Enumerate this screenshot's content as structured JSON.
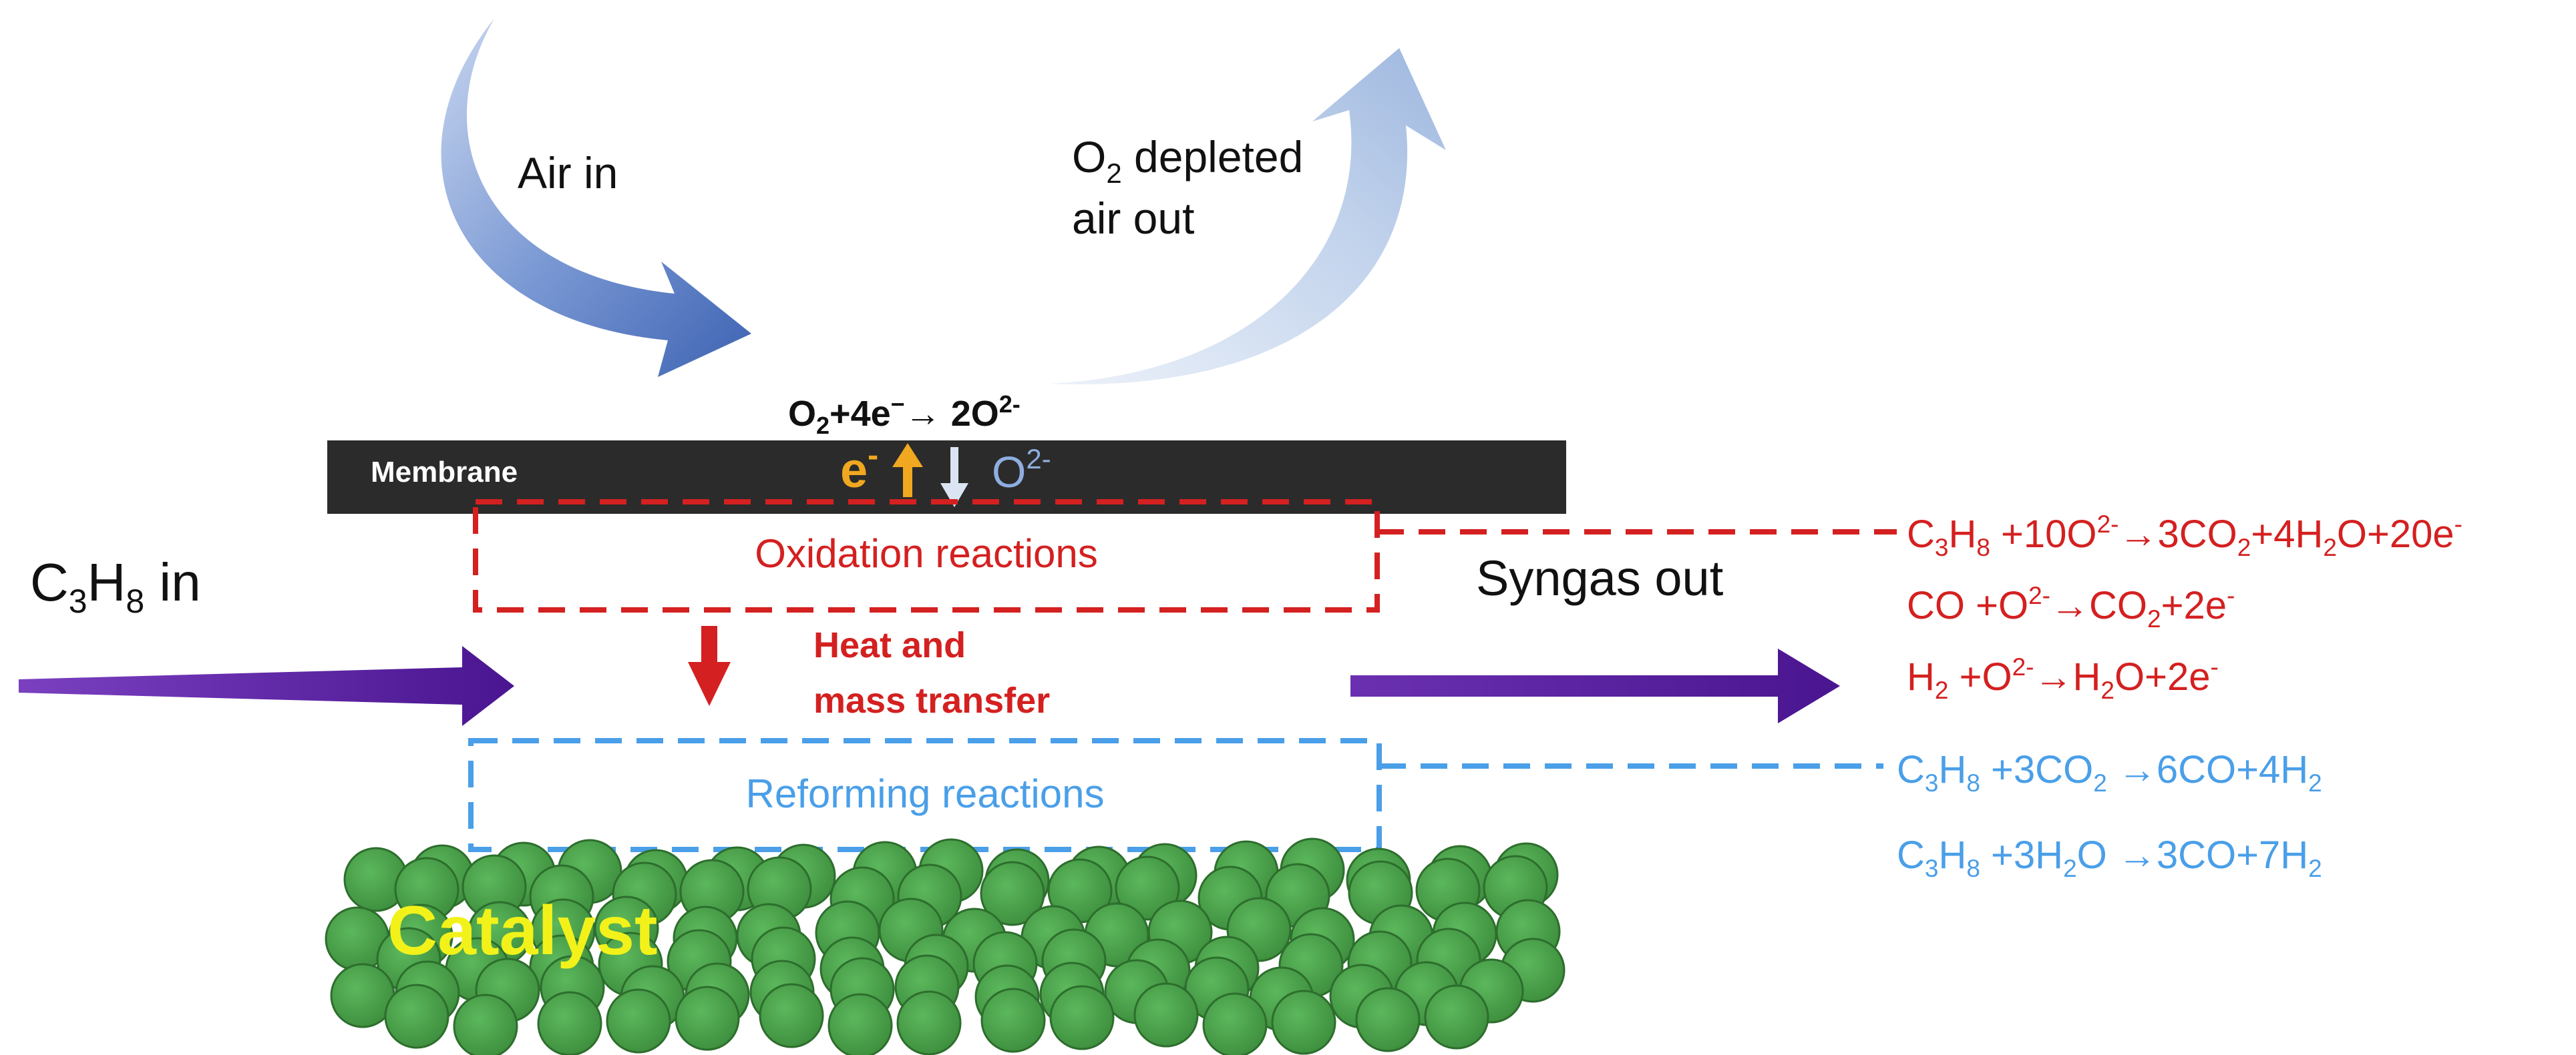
{
  "arrows": {
    "air_in_label": "Air in",
    "depleted_line1_main": "O",
    "depleted_line1_sub": "2",
    "depleted_line1_rest": " depleted",
    "depleted_line2": "air out"
  },
  "membrane": {
    "label": "Membrane",
    "reaction": {
      "a": "O",
      "a_sub": "2",
      "b": "+4e",
      "b_sup": "−",
      "c": "→ 2O",
      "c_sup": "2-"
    },
    "electron": {
      "main": "e",
      "sup": "-"
    },
    "oxide": {
      "main": "O",
      "sup": "2-"
    }
  },
  "zones": {
    "oxidation_label": "Oxidation reactions",
    "heat_line1": "Heat and",
    "heat_line2": "mass transfer",
    "reforming_label": "Reforming reactions"
  },
  "flows": {
    "inlet": {
      "a": "C",
      "a_sub": "3",
      "b": "H",
      "b_sub": "8",
      "c": " in"
    },
    "outlet": "Syngas out"
  },
  "catalyst_label": "Catalyst",
  "oxidation_equations": [
    [
      {
        "t": "C"
      },
      {
        "t": "3",
        "k": "sub"
      },
      {
        "t": "H"
      },
      {
        "t": "8",
        "k": "sub"
      },
      {
        "t": " +10O"
      },
      {
        "t": "2-",
        "k": "sup"
      },
      {
        "t": "→3CO"
      },
      {
        "t": "2",
        "k": "sub"
      },
      {
        "t": "+4H"
      },
      {
        "t": "2",
        "k": "sub"
      },
      {
        "t": "O+20e"
      },
      {
        "t": "-",
        "k": "sup"
      }
    ],
    [
      {
        "t": "CO +O"
      },
      {
        "t": "2-",
        "k": "sup"
      },
      {
        "t": "→CO"
      },
      {
        "t": "2",
        "k": "sub"
      },
      {
        "t": "+2e"
      },
      {
        "t": "-",
        "k": "sup"
      }
    ],
    [
      {
        "t": "H"
      },
      {
        "t": "2",
        "k": "sub"
      },
      {
        "t": " +O"
      },
      {
        "t": "2-",
        "k": "sup"
      },
      {
        "t": "→H"
      },
      {
        "t": "2",
        "k": "sub"
      },
      {
        "t": "O+2e"
      },
      {
        "t": "-",
        "k": "sup"
      }
    ]
  ],
  "reforming_equations": [
    [
      {
        "t": "C"
      },
      {
        "t": "3",
        "k": "sub"
      },
      {
        "t": "H"
      },
      {
        "t": "8",
        "k": "sub"
      },
      {
        "t": " +3CO"
      },
      {
        "t": "2",
        "k": "sub"
      },
      {
        "t": " →6CO+4H"
      },
      {
        "t": "2",
        "k": "sub"
      }
    ],
    [
      {
        "t": "C"
      },
      {
        "t": "3",
        "k": "sub"
      },
      {
        "t": "H"
      },
      {
        "t": "8",
        "k": "sub"
      },
      {
        "t": " +3H"
      },
      {
        "t": "2",
        "k": "sub"
      },
      {
        "t": "O →3CO+7H"
      },
      {
        "t": "2",
        "k": "sub"
      }
    ]
  ],
  "colors": {
    "oxidation_red": "#d42020",
    "reforming_blue": "#4a9fe8",
    "membrane_dark": "#2b2b2b",
    "flow_purple": "#5b1e9c",
    "catalyst_green": "#4ca24c",
    "catalyst_label": "#f2f21a",
    "electron_orange": "#f0a820",
    "air_in_blue": "#4f75c4",
    "air_out_blue": "#b6c9e6"
  }
}
